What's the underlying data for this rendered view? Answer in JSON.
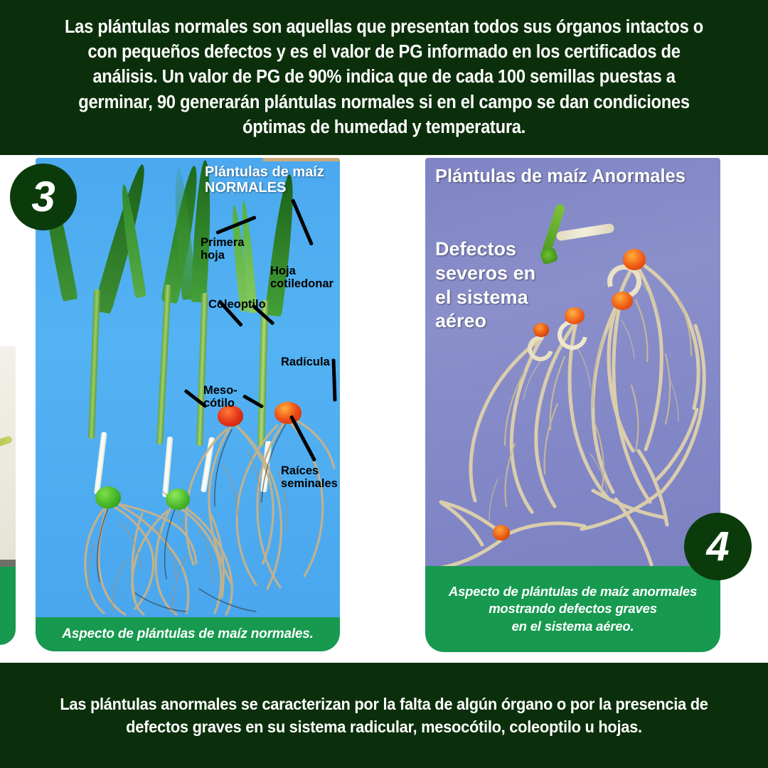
{
  "top_band": {
    "text": "Las plántulas normales son aquellas que presentan todos sus órganos intactos o con pequeños defectos y es el valor de PG informado en los certificados de análisis. Un valor de PG de 90% indica que de cada 100 semillas puestas a germinar, 90 generarán plántulas normales si en el campo se dan condiciones óptimas de humedad y temperatura."
  },
  "bottom_band": {
    "text": "Las plántulas anormales se caracterizan por la falta de algún órgano o por la presencia de defectos graves en su sistema radicular, mesocótilo, coleoptilo u hojas."
  },
  "panel_normal": {
    "badge": "3",
    "photo_title_line1": "Plántulas de maíz",
    "photo_title_line2": "NORMALES",
    "caption": "Aspecto de plántulas de maíz normales.",
    "callouts": [
      {
        "key": "primera_hoja",
        "line1": "Primera",
        "line2": "hoja"
      },
      {
        "key": "hoja_cotiledonar",
        "line1": "Hoja",
        "line2": "cotiledonar"
      },
      {
        "key": "coleoptilo",
        "line1": "Coleoptilo",
        "line2": ""
      },
      {
        "key": "radicula",
        "line1": "Radícula",
        "line2": ""
      },
      {
        "key": "mesocotilo",
        "line1": "Meso-",
        "line2": "cótilo"
      },
      {
        "key": "raices_seminales",
        "line1": "Raíces",
        "line2": "seminales"
      }
    ]
  },
  "panel_abnormal": {
    "badge": "4",
    "photo_title": "Plántulas de maíz Anormales",
    "photo_subtitle_line1": "Defectos",
    "photo_subtitle_line2": "severos en",
    "photo_subtitle_line3": "el sistema",
    "photo_subtitle_line4": "aéreo",
    "caption_line1": "Aspecto de plántulas de maíz anormales",
    "caption_line2": "mostrando defectos graves",
    "caption_line3": "en el sistema aéreo."
  },
  "colors": {
    "band_green": "#0b2f0b",
    "caption_green": "#17994f",
    "badge_green": "#0b3b0b",
    "photo_blue": "#4aa8ef",
    "photo_periwinkle": "#8186c6",
    "text_white": "#ffffff",
    "callout_black": "#000000"
  }
}
